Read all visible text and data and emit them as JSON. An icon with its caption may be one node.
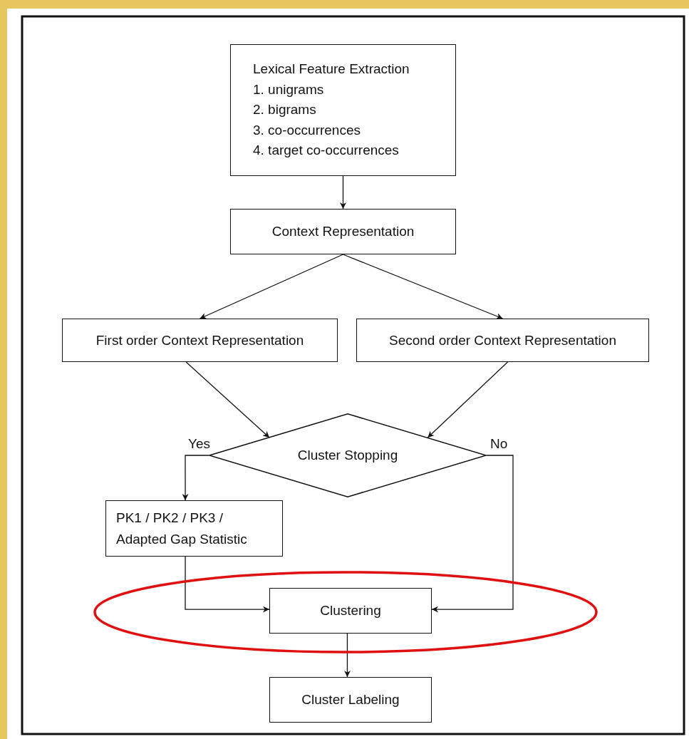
{
  "diagram": {
    "nodes": [
      {
        "text": [
          "Lexical Feature Extraction",
          "1. unigrams",
          "2. bigrams",
          "3. co-occurrences",
          "4. target co-occurrences"
        ]
      },
      {
        "text": [
          "Context Representation"
        ]
      },
      {
        "text": [
          "First order Context Representation"
        ]
      },
      {
        "text": [
          "Second order Context Representation"
        ]
      },
      {
        "text": [
          "Cluster Stopping"
        ]
      },
      {
        "text": [
          "PK1 / PK2 / PK3 / Adapted Gap Statistic"
        ]
      },
      {
        "text": [
          "Clustering"
        ]
      },
      {
        "text": [
          "Cluster Labeling"
        ]
      }
    ],
    "edges": [
      {
        "from": 0,
        "to": 1,
        "arrow": "to"
      },
      {
        "from": 1,
        "to": 2,
        "arrow": "to"
      },
      {
        "from": 1,
        "to": 3,
        "arrow": "to"
      },
      {
        "from": 2,
        "to": 4,
        "arrow": "to"
      },
      {
        "from": 3,
        "to": 4,
        "arrow": "to"
      },
      {
        "from": 4,
        "to": 5,
        "arrow": "to",
        "label": "Yes"
      },
      {
        "from": 4,
        "to": 6,
        "arrow": "to",
        "label": "No"
      },
      {
        "from": 5,
        "to": 6,
        "arrow": "to"
      },
      {
        "from": 6,
        "to": 7,
        "arrow": "to"
      }
    ]
  }
}
